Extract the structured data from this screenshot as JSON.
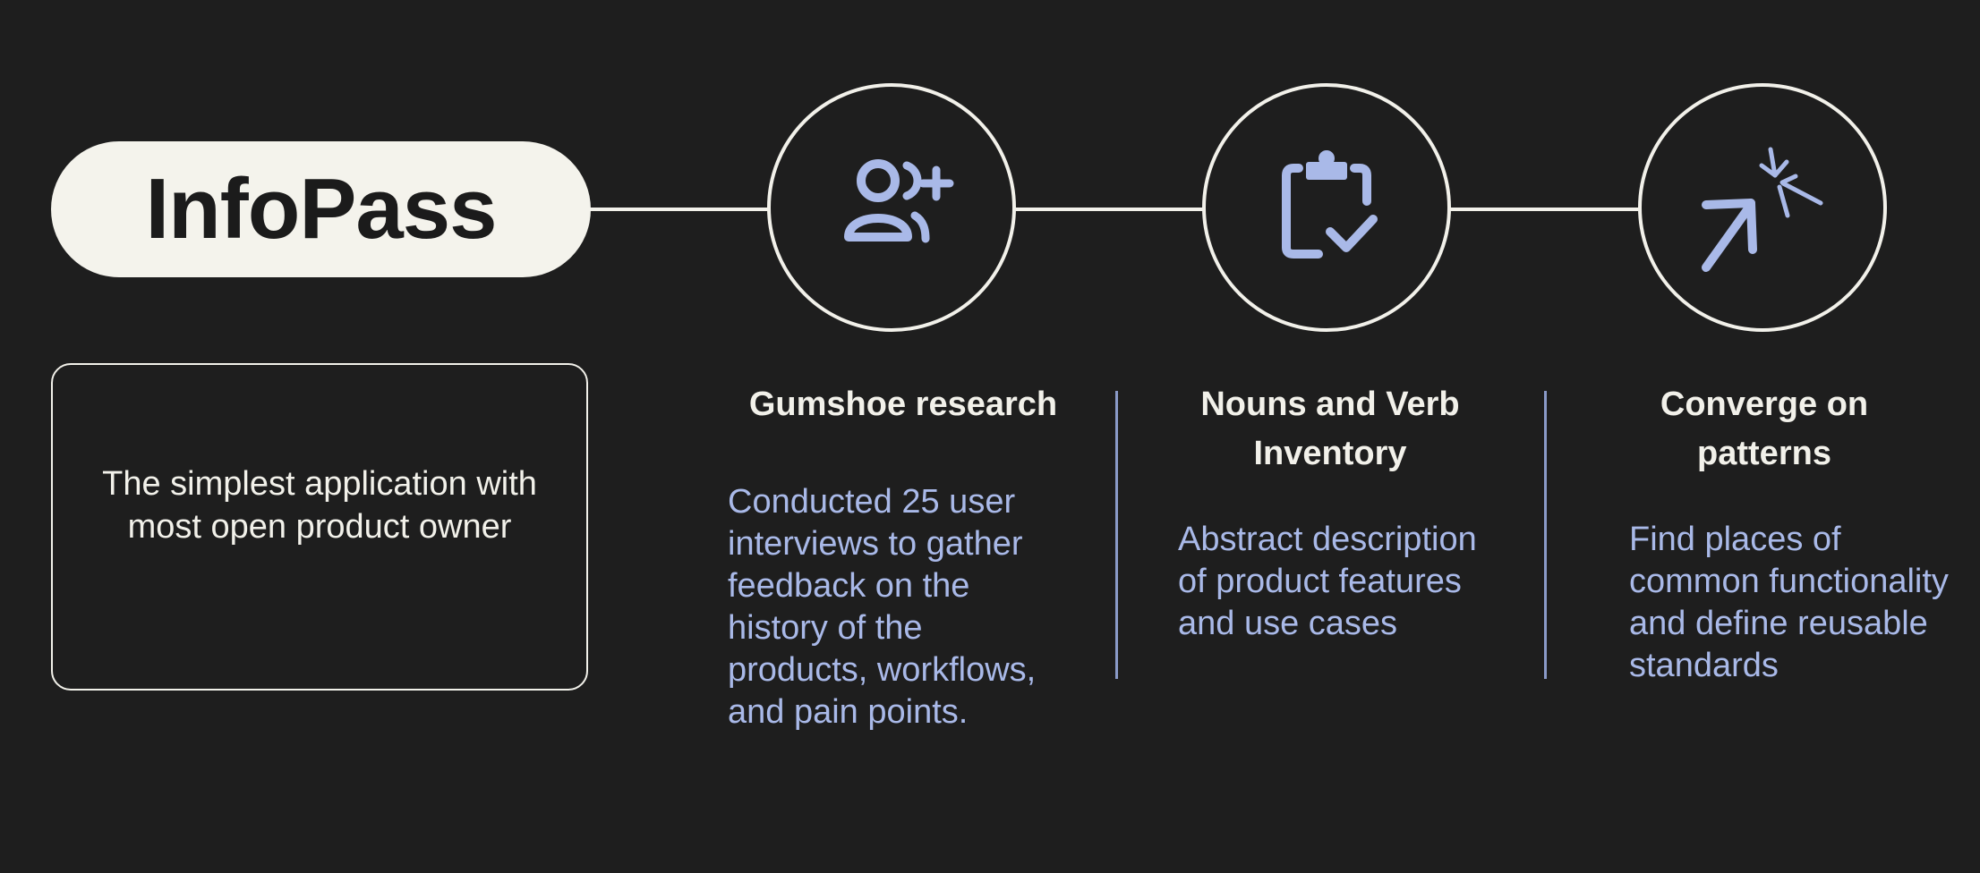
{
  "app": {
    "title": "InfoPass",
    "description": "The simplest application with most open product owner"
  },
  "steps": [
    {
      "icon": "add-user-icon",
      "title": "Gumshoe research",
      "description": "Conducted 25 user interviews to gather feedback on the history of the products, workflows, and pain points."
    },
    {
      "icon": "clipboard-check-icon",
      "title": "Nouns and Verb Inventory",
      "description": "Abstract description of product features and use cases"
    },
    {
      "icon": "converge-arrows-icon",
      "title": "Converge on patterns",
      "description": "Find places of common functionality and define reusable standards"
    }
  ],
  "colors": {
    "background": "#1e1e1e",
    "foreground": "#f2f1ea",
    "accent": "#a9b9e8",
    "pill": "#f4f3ec"
  }
}
